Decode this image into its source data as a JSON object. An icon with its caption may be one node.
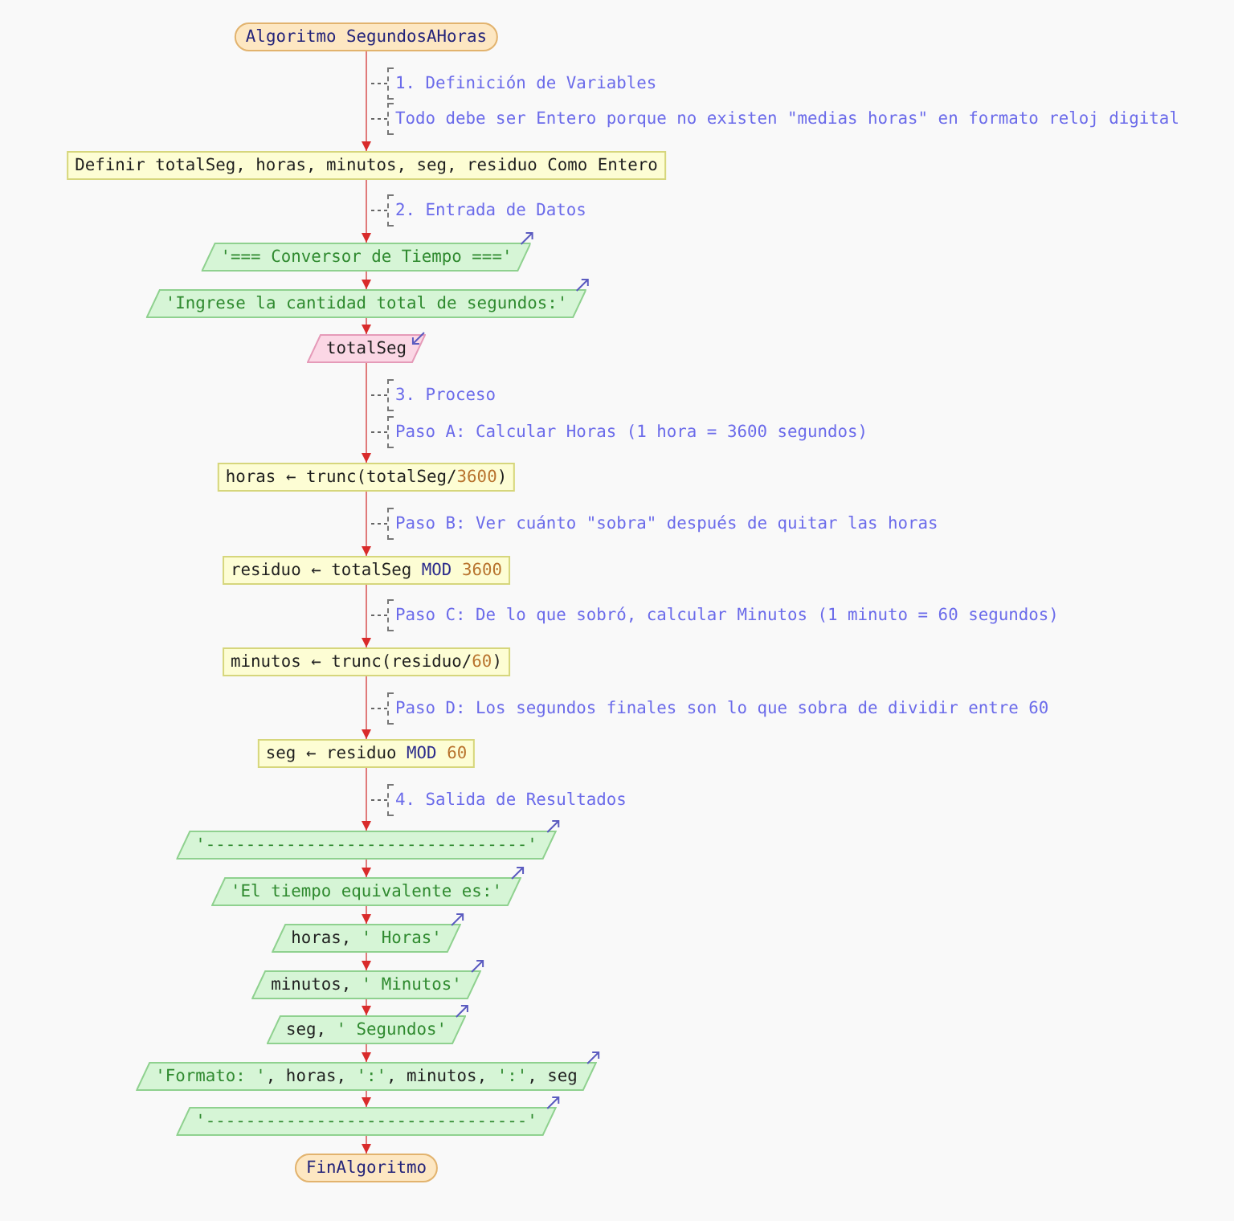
{
  "diagram": {
    "nodes": [
      {
        "text": [
          "Algoritmo SegundosAHoras"
        ]
      },
      {
        "text": [
          "1. Definición de Variables"
        ]
      },
      {
        "text": [
          "Todo debe ser Entero porque no existen \"medias horas\" en formato reloj digital"
        ]
      },
      {
        "text": [
          "Definir totalSeg, horas, minutos, seg, residuo Como Entero"
        ]
      },
      {
        "text": [
          "2. Entrada de Datos"
        ]
      },
      {
        "text": [
          "'=== Conversor de Tiempo ==='"
        ]
      },
      {
        "text": [
          "'Ingrese la cantidad total de segundos:'"
        ]
      },
      {
        "text": [
          "totalSeg"
        ]
      },
      {
        "text": [
          "3. Proceso"
        ]
      },
      {
        "text": [
          "Paso A: Calcular Horas (1 hora = 3600 segundos)"
        ]
      },
      {
        "text": [
          "horas ← trunc(totalSeg/3600)"
        ]
      },
      {
        "text": [
          "Paso B: Ver cuánto \"sobra\" después de quitar las horas"
        ]
      },
      {
        "text": [
          "residuo ← totalSeg MOD 3600"
        ]
      },
      {
        "text": [
          "Paso C: De lo que sobró, calcular Minutos (1 minuto = 60 segundos)"
        ]
      },
      {
        "text": [
          "minutos ← trunc(residuo/60)"
        ]
      },
      {
        "text": [
          "Paso D: Los segundos finales son lo que sobra de dividir entre 60"
        ]
      },
      {
        "text": [
          "seg ← residuo MOD 60"
        ]
      },
      {
        "text": [
          "4. Salida de Resultados"
        ]
      },
      {
        "text": [
          "'--------------------------------'"
        ]
      },
      {
        "text": [
          "'El tiempo equivalente es:'"
        ]
      },
      {
        "text": [
          "horas, ' Horas'"
        ]
      },
      {
        "text": [
          "minutos, ' Minutos'"
        ]
      },
      {
        "text": [
          "seg, ' Segundos'"
        ]
      },
      {
        "text": [
          "'Formato: ', horas, ':', minutos, ':', seg"
        ]
      },
      {
        "text": [
          "'--------------------------------'"
        ]
      },
      {
        "text": [
          "FinAlgoritmo"
        ]
      }
    ],
    "edges": [
      {
        "from": 0,
        "to": 3,
        "arrow": "to"
      },
      {
        "from": 1,
        "to": null,
        "arrow": "none",
        "style": "dashed",
        "color": "#666666"
      },
      {
        "from": 2,
        "to": null,
        "arrow": "none",
        "style": "dashed",
        "color": "#666666"
      },
      {
        "from": 3,
        "to": 5,
        "arrow": "to"
      },
      {
        "from": 4,
        "to": null,
        "arrow": "none",
        "style": "dashed",
        "color": "#666666"
      },
      {
        "from": 5,
        "to": 6,
        "arrow": "to"
      },
      {
        "from": 6,
        "to": 7,
        "arrow": "to"
      },
      {
        "from": 7,
        "to": 10,
        "arrow": "to"
      },
      {
        "from": 8,
        "to": null,
        "arrow": "none",
        "style": "dashed",
        "color": "#666666"
      },
      {
        "from": 9,
        "to": null,
        "arrow": "none",
        "style": "dashed",
        "color": "#666666"
      },
      {
        "from": 10,
        "to": 12,
        "arrow": "to"
      },
      {
        "from": 11,
        "to": null,
        "arrow": "none",
        "style": "dashed",
        "color": "#666666"
      },
      {
        "from": 12,
        "to": 14,
        "arrow": "to"
      },
      {
        "from": 13,
        "to": null,
        "arrow": "none",
        "style": "dashed",
        "color": "#666666"
      },
      {
        "from": 14,
        "to": 16,
        "arrow": "to"
      },
      {
        "from": 15,
        "to": null,
        "arrow": "none",
        "style": "dashed",
        "color": "#666666"
      },
      {
        "from": 16,
        "to": 18,
        "arrow": "to"
      },
      {
        "from": 17,
        "to": null,
        "arrow": "none",
        "style": "dashed",
        "color": "#666666"
      },
      {
        "from": 18,
        "to": 19,
        "arrow": "to"
      },
      {
        "from": 19,
        "to": 20,
        "arrow": "to"
      },
      {
        "from": 20,
        "to": 21,
        "arrow": "to"
      },
      {
        "from": 21,
        "to": 22,
        "arrow": "to"
      },
      {
        "from": 22,
        "to": 23,
        "arrow": "to"
      },
      {
        "from": 23,
        "to": 24,
        "arrow": "to"
      },
      {
        "from": 24,
        "to": 25,
        "arrow": "to"
      }
    ]
  }
}
